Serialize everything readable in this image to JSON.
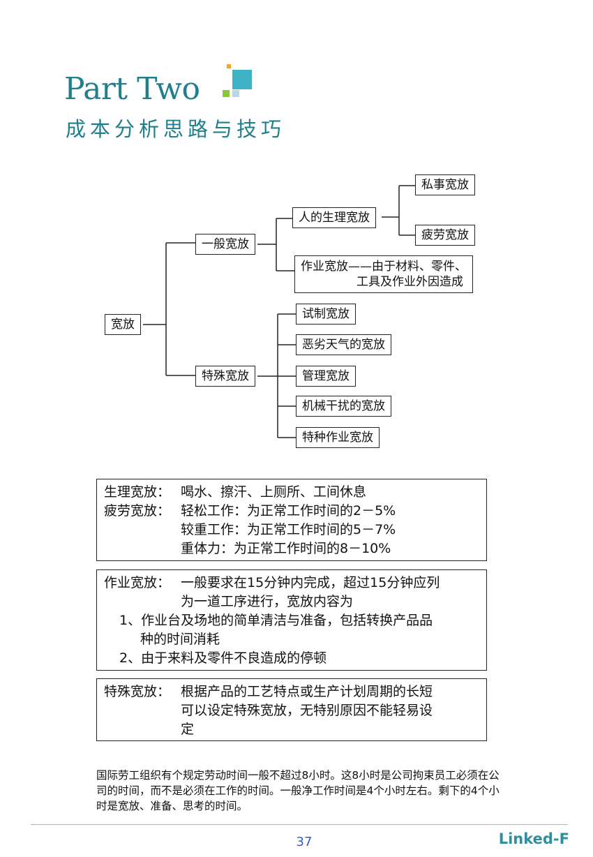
{
  "header": {
    "title_en": "Part Two",
    "title_cn": "成本分析思路与技巧"
  },
  "tree": {
    "root": "宽放",
    "general": "一般宽放",
    "physio": "人的生理宽放",
    "private": "私事宽放",
    "fatigue": "疲劳宽放",
    "work_line1": "作业宽放——由于材料、零件、",
    "work_line2": "工具及作业外因造成",
    "special": "特殊宽放",
    "special_items": [
      "试制宽放",
      "恶劣天气的宽放",
      "管理宽放",
      "机械干扰的宽放",
      "特种作业宽放"
    ]
  },
  "box1": {
    "label1": "生理宽放：",
    "text1": "喝水、擦汗、上厕所、工间休息",
    "label2": "疲劳宽放：",
    "text2": "轻松工作：为正常工作时间的2－5%",
    "text3": "较重工作：为正常工作时间的5－7%",
    "text4": "重体力：为正常工作时间的8－10%"
  },
  "box2": {
    "label": "作业宽放：",
    "text1": "一般要求在15分钟内完成，超过15分钟应列",
    "text2": "为一道工序进行，宽放内容为",
    "item1a": "1、作业台及场地的简单清洁与准备，包括转换产品品",
    "item1b": "种的时间消耗",
    "item2": "2、由于来料及零件不良造成的停顿"
  },
  "box3": {
    "label": "特殊宽放：",
    "text1": "根据产品的工艺特点或生产计划周期的长短",
    "text2": "可以设定特殊宽放，无特别原因不能轻易设",
    "text3": "定"
  },
  "note": "国际劳工组织有个规定劳动时间一般不超过8小时。这8小时是公司拘束员工必须在公司的时间，而不是必须在工作的时间。一般净工作时间是4个小时左右。剩下的4个小时是宽放、准备、思考的时间。",
  "footer": {
    "page_number": "37",
    "brand": "Linked-F"
  },
  "colors": {
    "title": "#1f7f8c",
    "page_number": "#2f5cc9",
    "brand": "#2e8fa0"
  }
}
